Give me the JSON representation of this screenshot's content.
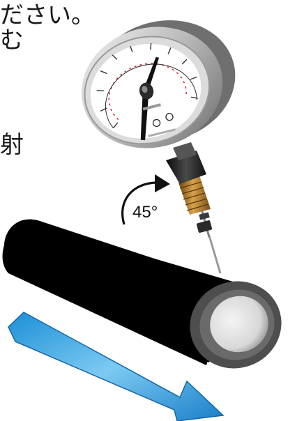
{
  "text_fragments": {
    "line1": "ださい。",
    "line2": "む",
    "line3": "射"
  },
  "angle_label": "45°",
  "colors": {
    "pipe_body": "#000000",
    "pipe_rim": "#555555",
    "pipe_inner": "#e8e8e8",
    "flow_arrow": "#3aa0dc",
    "fitting_brass": "#b07a2a",
    "gauge_case": "#c8c8c8",
    "gauge_scale_red": "#d03040"
  },
  "icons": {
    "flow_direction": "arrow-down-right-icon",
    "rotation": "curved-arrow-icon"
  }
}
